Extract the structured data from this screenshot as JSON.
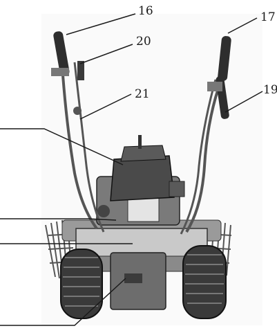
{
  "callouts": {
    "c16": "16",
    "c17": "17",
    "c19": "19",
    "c20": "20",
    "c21": "21"
  },
  "colors": {
    "ink": "#1a1a1a",
    "tire": "#3a3a3a",
    "body": "#6d6d6d",
    "light_body": "#bdbdbd"
  }
}
